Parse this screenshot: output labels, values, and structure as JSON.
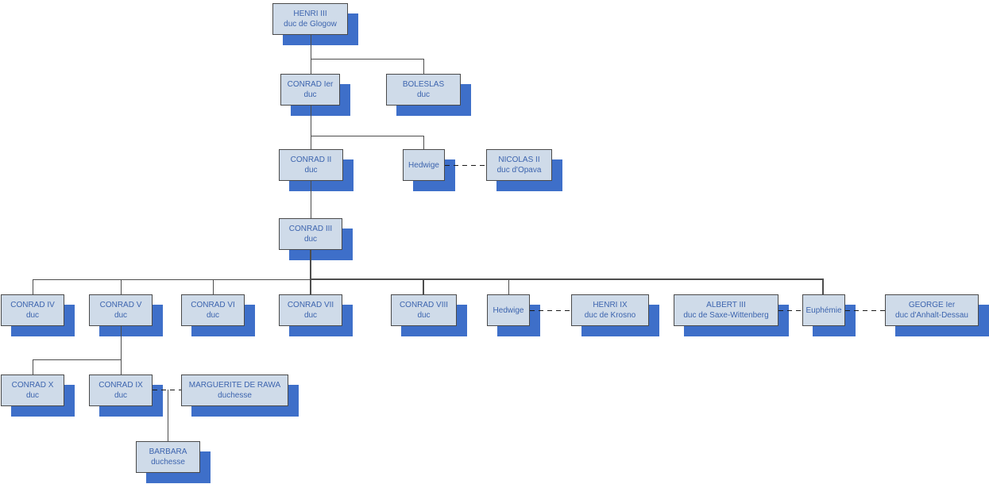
{
  "diagram": {
    "type": "family-tree-org-chart",
    "colors": {
      "page_bg": "#ffffff",
      "box_fill": "#cfdbe9",
      "box_border": "#4a4a4a",
      "shadow": "#3e6fc9",
      "text": "#3c64ae",
      "line": "#4d4d4d",
      "dash": "#1a1a1a"
    },
    "nodes": {
      "henri3": {
        "name": "HENRI III",
        "title": "duc de Glogow"
      },
      "conrad1": {
        "name": "CONRAD Ier",
        "title": "duc"
      },
      "boleslas": {
        "name": "BOLESLAS",
        "title": "duc"
      },
      "conrad2": {
        "name": "CONRAD II",
        "title": "duc"
      },
      "hedwige1": {
        "name": "Hedwige",
        "title": ""
      },
      "nicolas2": {
        "name": "NICOLAS II",
        "title": "duc d'Opava"
      },
      "conrad3": {
        "name": "CONRAD III",
        "title": "duc"
      },
      "conrad4": {
        "name": "CONRAD IV",
        "title": "duc"
      },
      "conrad5": {
        "name": "CONRAD V",
        "title": "duc"
      },
      "conrad6": {
        "name": "CONRAD VI",
        "title": "duc"
      },
      "conrad7": {
        "name": "CONRAD VII",
        "title": "duc"
      },
      "conrad8": {
        "name": "CONRAD VIII",
        "title": "duc"
      },
      "hedwige2": {
        "name": "Hedwige",
        "title": ""
      },
      "henri9": {
        "name": "HENRI IX",
        "title": "duc de Krosno"
      },
      "albert3": {
        "name": "ALBERT III",
        "title": "duc de Saxe-Wittenberg"
      },
      "euphemie": {
        "name": "Euphémie",
        "title": ""
      },
      "george1": {
        "name": "GEORGE Ier",
        "title": "duc d'Anhalt-Dessau"
      },
      "conrad10": {
        "name": "CONRAD X",
        "title": "duc"
      },
      "conrad9": {
        "name": "CONRAD IX",
        "title": "duc"
      },
      "marguerite": {
        "name": "MARGUERITE DE RAWA",
        "title": "duchesse"
      },
      "barbara": {
        "name": "BARBARA",
        "title": "duchesse"
      }
    }
  }
}
